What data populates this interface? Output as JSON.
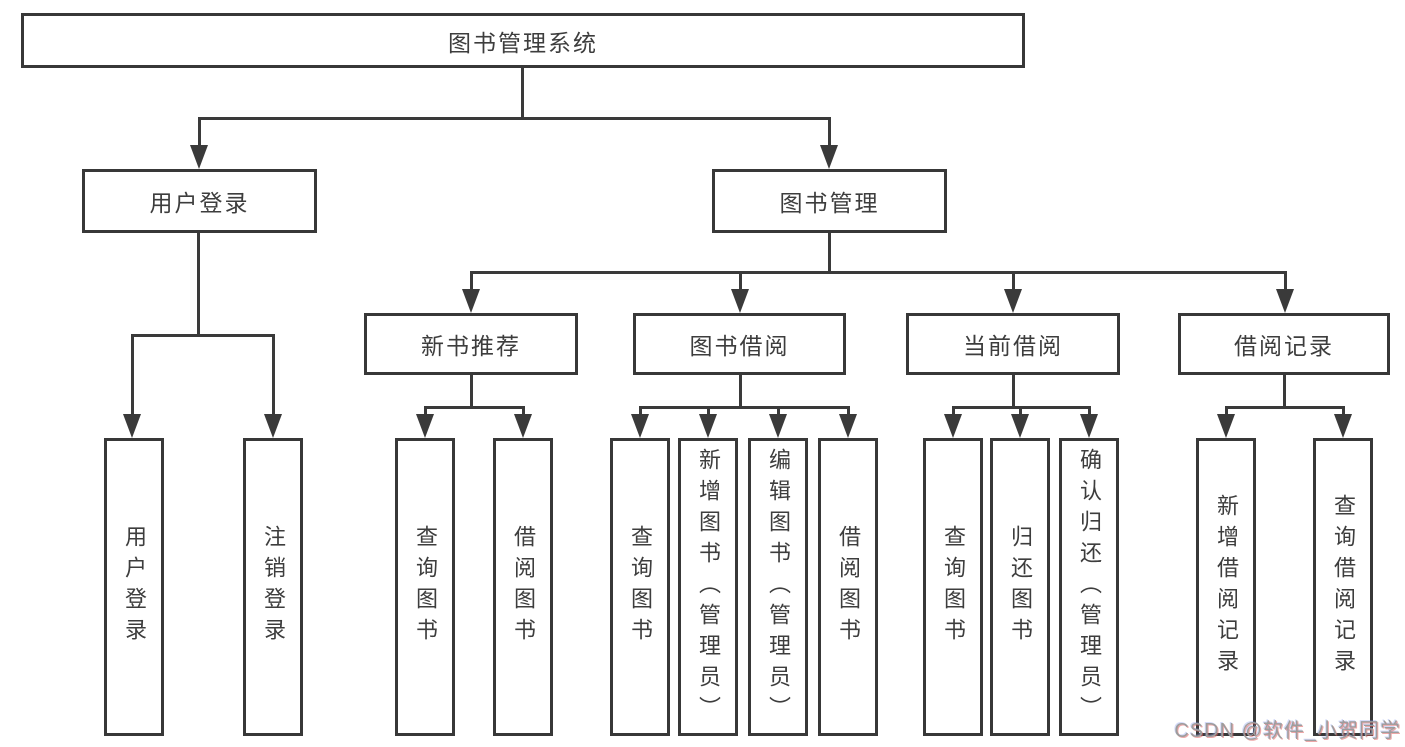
{
  "diagram": {
    "nodes": {
      "root": {
        "label": "图书管理系统"
      },
      "user_login": {
        "label": "用户登录"
      },
      "book_mgmt": {
        "label": "图书管理"
      },
      "ul_login": {
        "label": "用户登录"
      },
      "ul_logout": {
        "label": "注销登录"
      },
      "new_book_rec": {
        "label": "新书推荐"
      },
      "book_borrow": {
        "label": "图书借阅"
      },
      "current_borrow": {
        "label": "当前借阅"
      },
      "borrow_record": {
        "label": "借阅记录"
      },
      "nbr_query": {
        "label": "查询图书"
      },
      "nbr_borrow": {
        "label": "借阅图书"
      },
      "bb_query": {
        "label": "查询图书"
      },
      "bb_add": {
        "label": "新增图书（管理员）"
      },
      "bb_edit": {
        "label": "编辑图书（管理员）"
      },
      "bb_borrow": {
        "label": "借阅图书"
      },
      "cb_query": {
        "label": "查询图书"
      },
      "cb_return": {
        "label": "归还图书"
      },
      "cb_confirm": {
        "label": "确认归还（管理员）"
      },
      "br_add": {
        "label": "新增借阅记录"
      },
      "br_query": {
        "label": "查询借阅记录"
      }
    },
    "hierarchy": {
      "root": [
        "user_login",
        "book_mgmt"
      ],
      "user_login": [
        "ul_login",
        "ul_logout"
      ],
      "book_mgmt": [
        "new_book_rec",
        "book_borrow",
        "current_borrow",
        "borrow_record"
      ],
      "new_book_rec": [
        "nbr_query",
        "nbr_borrow"
      ],
      "book_borrow": [
        "bb_query",
        "bb_add",
        "bb_edit",
        "bb_borrow"
      ],
      "current_borrow": [
        "cb_query",
        "cb_return",
        "cb_confirm"
      ],
      "borrow_record": [
        "br_add",
        "br_query"
      ]
    },
    "colors": {
      "line": "#3a3a3a",
      "box_border": "#383838",
      "text": "#3d3d3d",
      "background": "#ffffff",
      "watermark": "#9d9d9d"
    }
  },
  "watermark": {
    "text": "CSDN @软件_小贺同学"
  }
}
